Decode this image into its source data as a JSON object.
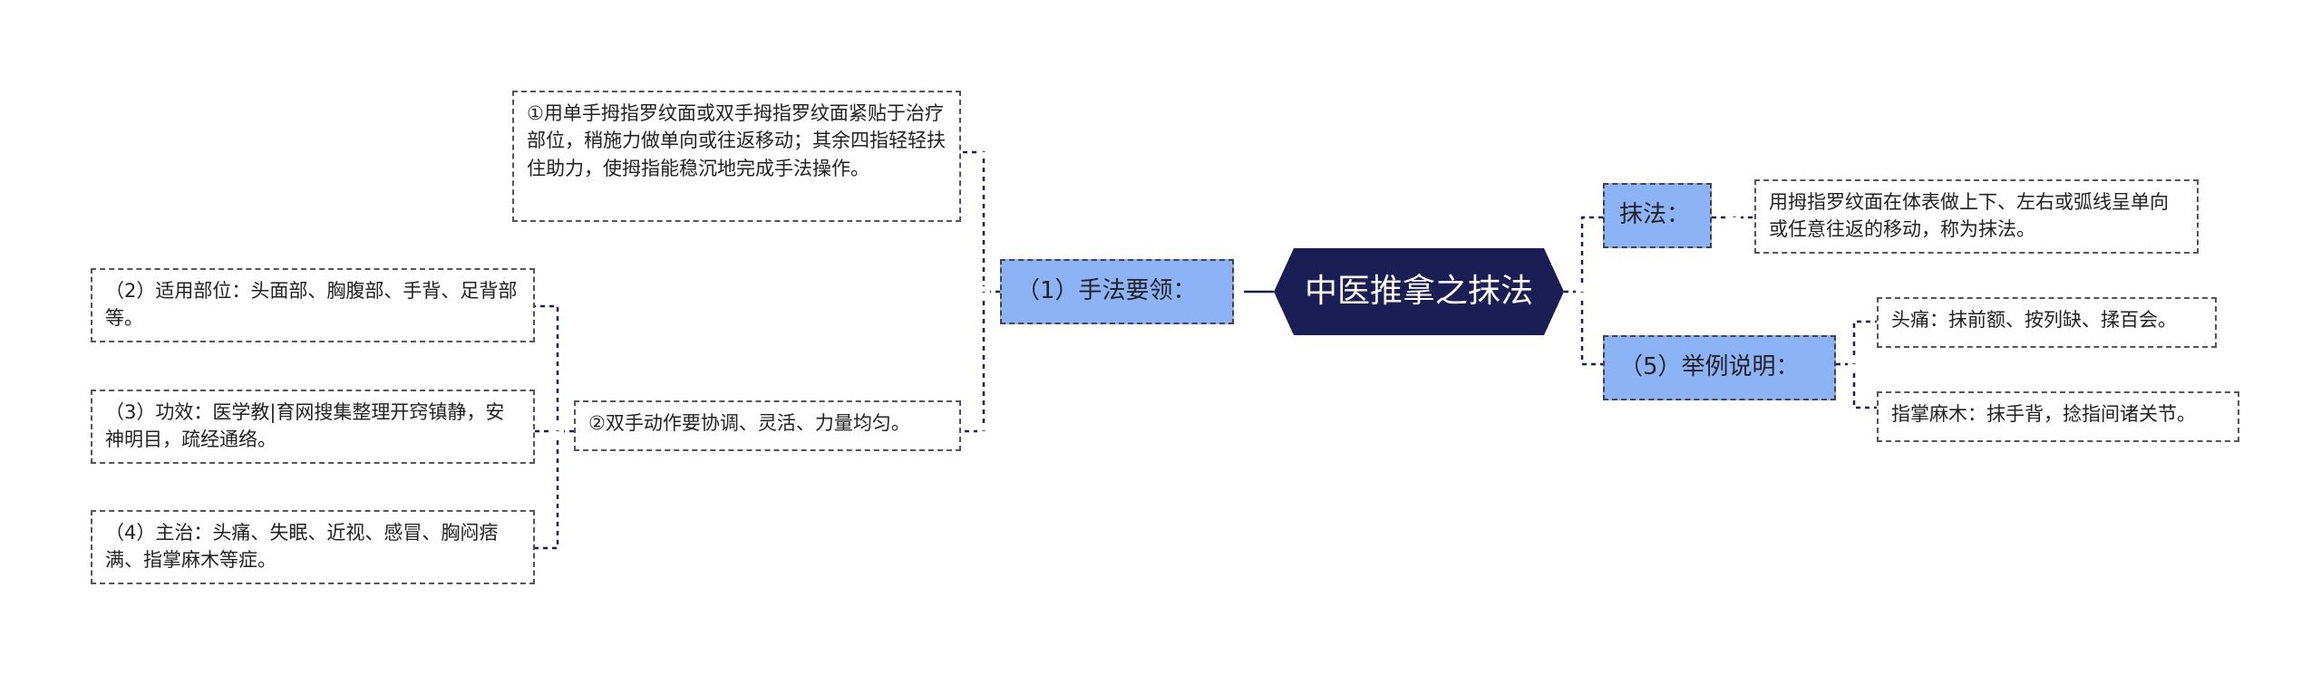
{
  "root": {
    "title": "中医推拿之抹法"
  },
  "left": {
    "branch1": {
      "label": "（1）手法要领：",
      "item1": "①用单手拇指罗纹面或双手拇指罗纹面紧贴于治疗部位，稍施力做单向或往返移动；其余四指轻轻扶住助力，使拇指能稳沉地完成手法操作。",
      "item2": "②双手动作要协调、灵活、力量均匀。"
    },
    "sub_items": [
      "（2）适用部位：头面部、胸腹部、手背、足背部等。",
      "（3）功效：医学教|育网搜集整理开窍镇静，安神明目，疏经通络。",
      "（4）主治：头痛、失眠、近视、感冒、胸闷痞满、指掌麻木等症。"
    ]
  },
  "right": {
    "branch1": {
      "label": "抹法：",
      "item1": "用拇指罗纹面在体表做上下、左右或弧线呈单向或任意往返的移动，称为抹法。"
    },
    "branch2": {
      "label": "（5）举例说明：",
      "item1": "头痛：抹前额、按列缺、揉百会。",
      "item2": "指掌麻木：抹手背，捻指间诸关节。"
    }
  },
  "colors": {
    "root_bg": "#1b1e55",
    "branch_bg": "#8db3f7",
    "line": "#1b1e55",
    "dash": "#555555"
  },
  "toggle_symbol": "-"
}
